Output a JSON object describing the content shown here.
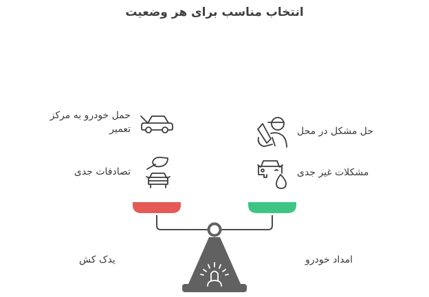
{
  "title": "انتخاب مناسب برای هر وضعیت",
  "left_side": {
    "label": "یدک کش",
    "pan_color": "#e55a55",
    "items": [
      {
        "label_line1": "حمل خودرو به مرکز",
        "label_line2": "تعمیر",
        "icon": "car-hood-open-icon"
      },
      {
        "label": "تصادفات جدی",
        "icon": "car-crash-leaf-icon"
      }
    ]
  },
  "right_side": {
    "label": "امداد خودرو",
    "pan_color": "#3ec585",
    "items": [
      {
        "label": "حل مشکل در محل",
        "icon": "mechanic-icon"
      },
      {
        "label": "مشکلات غیر جدی",
        "icon": "car-oil-drop-icon"
      }
    ]
  },
  "scale": {
    "beam_color": "#4a4a4a",
    "base_color": "#616161",
    "center_icon": "siren-icon"
  }
}
